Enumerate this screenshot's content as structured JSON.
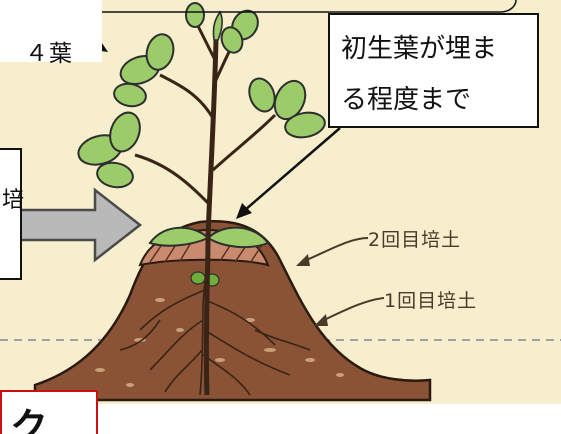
{
  "labels": {
    "four_leaves": "４葉",
    "primary_leaf_line1": "初生葉が埋ま",
    "primary_leaf_line2": "る程度まで",
    "second_ridging": "2回目培土",
    "first_ridging": "1回目培土",
    "left_fragment": "培",
    "bottom_fragment": "ク"
  },
  "colors": {
    "background": "#f7eecd",
    "soil_dark": "#7b4a2e",
    "soil_light": "#b47a5a",
    "leaf": "#9ccc6a",
    "leaf_outline": "#2e2e2e",
    "arrow_fill": "#b9b9b9",
    "box_border_red": "#cc1010"
  }
}
